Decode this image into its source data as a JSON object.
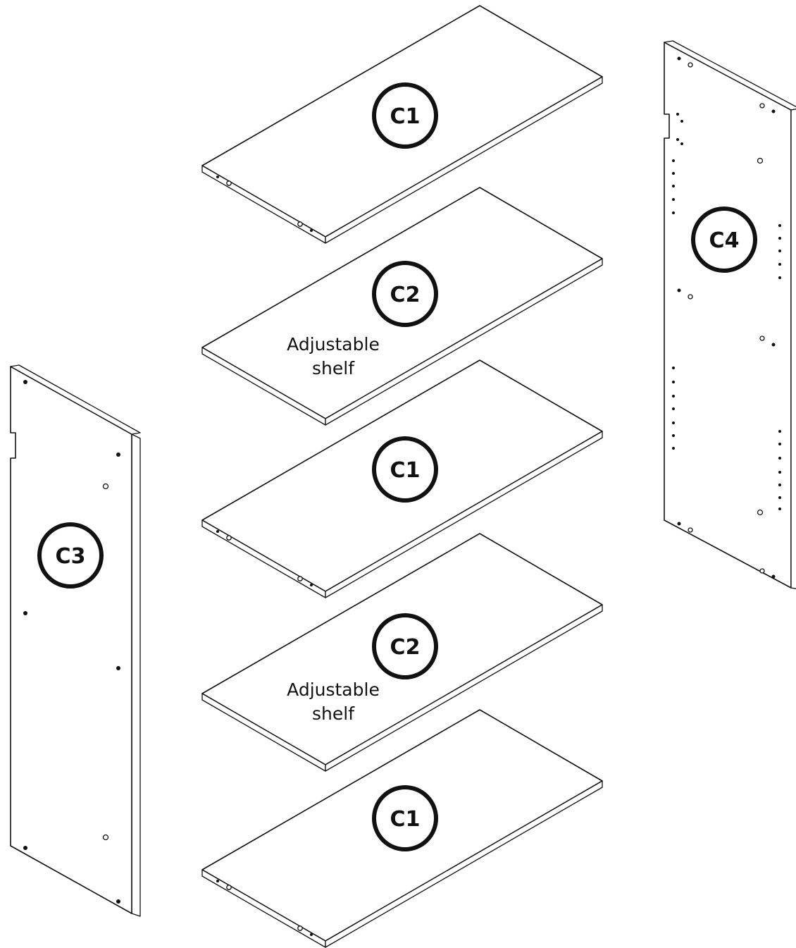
{
  "parts": {
    "c1_top": "C1",
    "c2_upper": "C2",
    "c1_middle": "C1",
    "c2_lower": "C2",
    "c1_bottom": "C1",
    "c3": "C3",
    "c4": "C4"
  },
  "notes": {
    "upper_line1": "Adjustable",
    "upper_line2": "shelf",
    "lower_line1": "Adjustable",
    "lower_line2": "shelf"
  },
  "colors": {
    "line": "#111111",
    "background": "#ffffff"
  }
}
